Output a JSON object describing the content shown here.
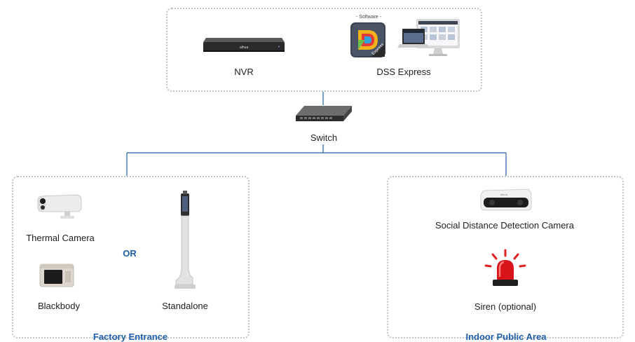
{
  "top_group": {
    "nvr_label": "NVR",
    "dss_label": "DSS Express",
    "software_caption": "- Software -",
    "dss_logo_text": "Express"
  },
  "switch_label": "Switch",
  "left_group": {
    "title": "Factory Entrance",
    "thermal_camera_label": "Thermal Camera",
    "blackbody_label": "Blackbody",
    "or_label": "OR",
    "standalone_label": "Standalone"
  },
  "right_group": {
    "title": "Indoor Public Area",
    "social_camera_label": "Social Distance Detection Camera",
    "siren_label": "Siren (optional)"
  },
  "colors": {
    "link_line": "#1f5fa8",
    "group_title": "#1f5fa8",
    "dotted_border": "#c4c4c4"
  }
}
